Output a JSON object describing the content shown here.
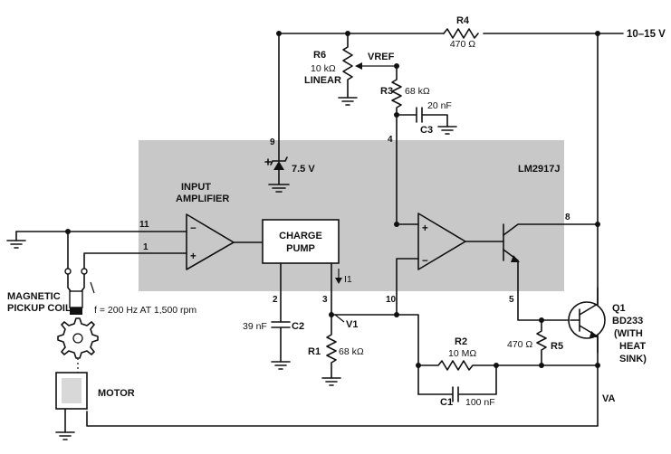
{
  "diagram": {
    "chip_name": "LM2917J",
    "supply_label": "10–15 V",
    "input_amp_line1": "INPUT",
    "input_amp_line2": "AMPLIFIER",
    "charge_pump_line1": "CHARGE",
    "charge_pump_line2": "PUMP",
    "zener_label": "7.5 V",
    "pickup_line1": "MAGNETIC",
    "pickup_line2": "PICKUP COIL",
    "freq_label": "f = 200 Hz AT 1,500 rpm",
    "motor_label": "MOTOR",
    "vref_label": "VREF",
    "v1_label": "V1",
    "va_label": "VA",
    "i1_label": "I1",
    "op_minus": "−",
    "op_plus": "+",
    "r4": {
      "name": "R4",
      "value": "470 Ω"
    },
    "r6": {
      "name": "R6",
      "value": "10 kΩ",
      "note": "LINEAR"
    },
    "r3": {
      "name": "R3",
      "value": "68 kΩ"
    },
    "c3": {
      "name": "C3",
      "value": "20 nF"
    },
    "c2": {
      "name": "C2",
      "value": "39 nF"
    },
    "r1": {
      "name": "R1",
      "value": "68 kΩ"
    },
    "r2": {
      "name": "R2",
      "value": "10 MΩ"
    },
    "c1": {
      "name": "C1",
      "value": "100 nF"
    },
    "r5": {
      "name": "R5",
      "value": "470 Ω"
    },
    "q1": {
      "name": "Q1",
      "part": "BD233",
      "note1": "(WITH",
      "note2": "HEAT",
      "note3": "SINK)"
    },
    "pins": {
      "p1": "1",
      "p2": "2",
      "p3": "3",
      "p4": "4",
      "p5": "5",
      "p8": "8",
      "p9": "9",
      "p10": "10",
      "p11": "11"
    }
  }
}
